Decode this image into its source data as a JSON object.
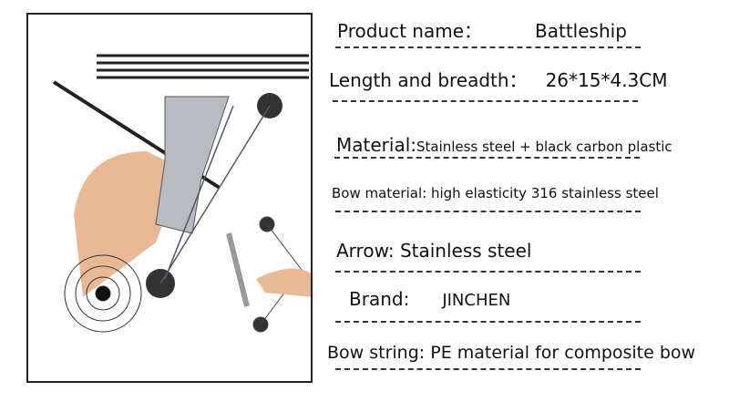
{
  "specs": [
    {
      "label": "Product name：",
      "value": "Battleship"
    },
    {
      "label": "Length and breadth：",
      "value": "26*15*4.3CM"
    },
    {
      "label": "Material:",
      "value": "Stainless steel + black carbon plastic"
    },
    {
      "label": "Bow material:",
      "value": "high elasticity 316 stainless steel"
    },
    {
      "label": "Arrow:",
      "value": "Stainless steel"
    },
    {
      "label": "Brand:",
      "value": "JINCHEN"
    },
    {
      "label": "Bow string:",
      "value": "PE material for composite bow"
    }
  ]
}
